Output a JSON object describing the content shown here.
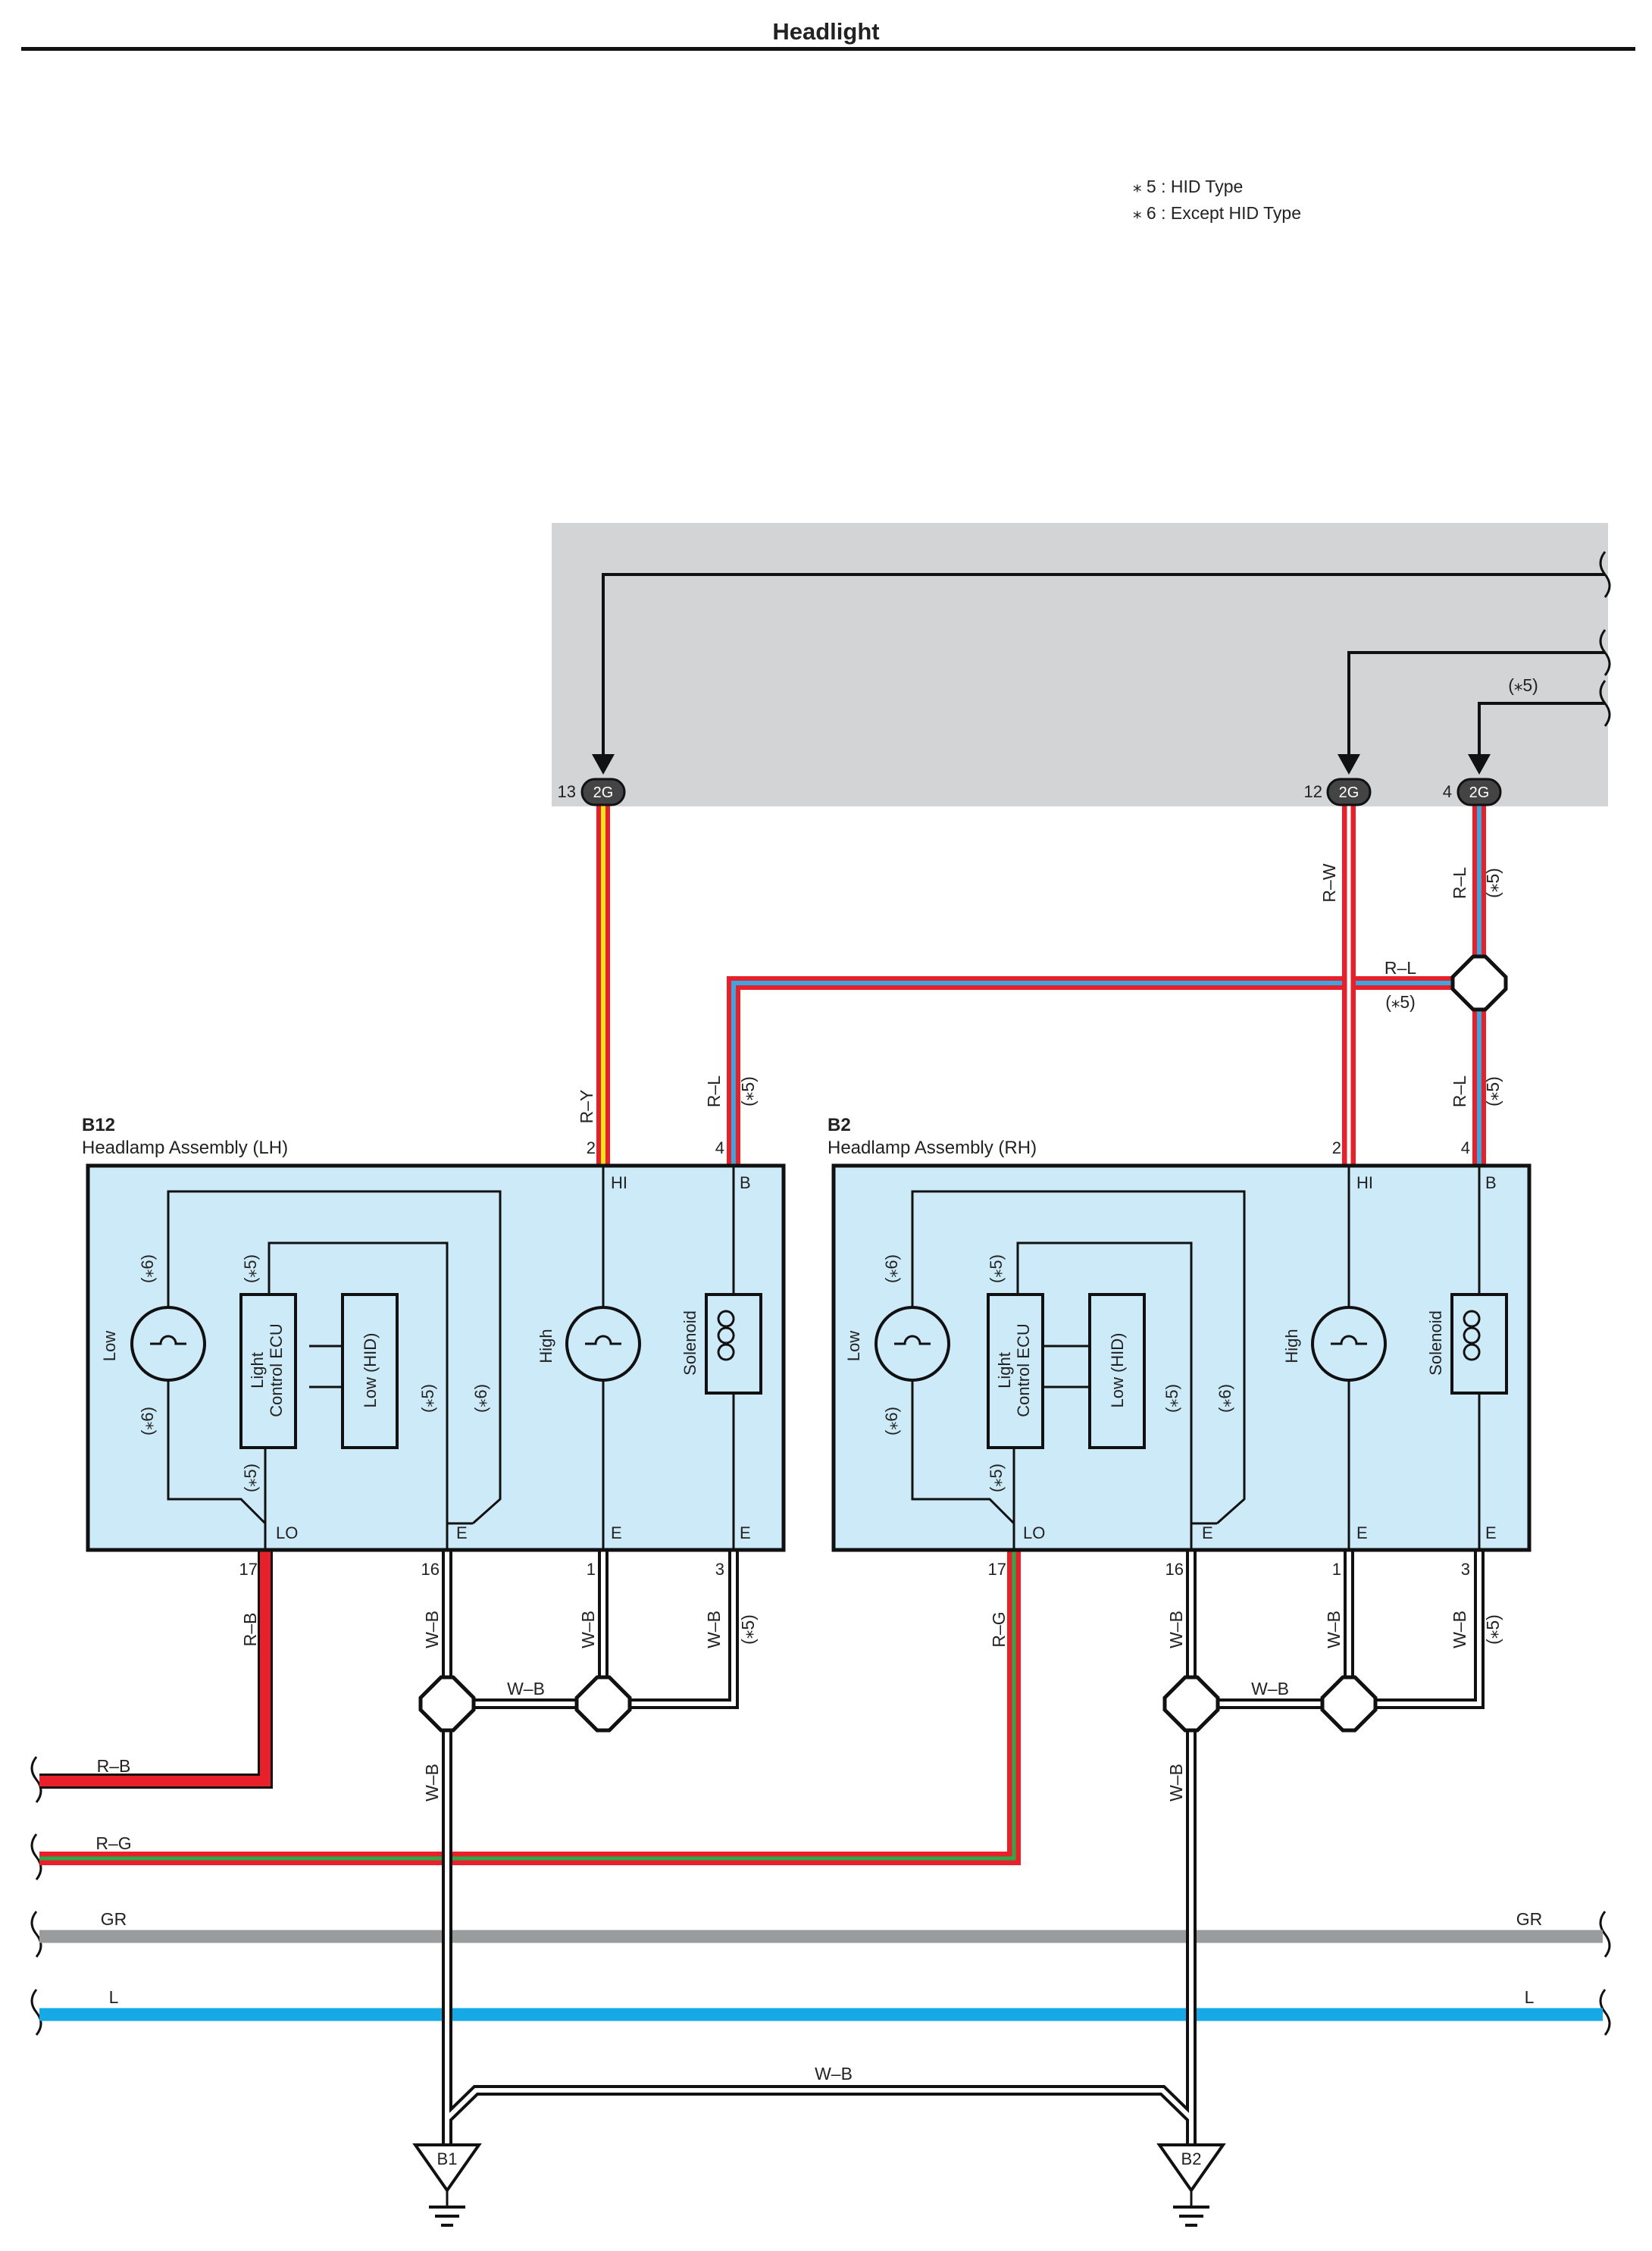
{
  "title": "Headlight",
  "notes": [
    "⁎ 5 : HID Type",
    "⁎ 6 : Except HID Type"
  ],
  "note_hid": "(⁎5)",
  "note_except": "(⁎6)",
  "connector": "2G",
  "components": {
    "lh": {
      "id": "B12",
      "name": "Headlamp Assembly (LH)"
    },
    "rh": {
      "id": "B2",
      "name": "Headlamp Assembly (RH)"
    },
    "low": "Low",
    "high": "High",
    "solenoid": "Solenoid",
    "ecu_line1": "Light",
    "ecu_line2": "Control ECU",
    "low_hid": "Low (HID)"
  },
  "terminals": {
    "hi": "HI",
    "b": "B",
    "lo": "LO",
    "e": "E"
  },
  "pins": {
    "p13": "13",
    "p12": "12",
    "p4": "4",
    "p2": "2",
    "p17": "17",
    "p16": "16",
    "p1": "1",
    "p3": "3"
  },
  "wires": {
    "ry": "R–Y",
    "rw": "R–W",
    "rl": "R–L",
    "rb": "R–B",
    "rg": "R–G",
    "wb": "W–B",
    "gr": "GR",
    "l": "L"
  },
  "grounds": {
    "b1": "B1",
    "b2": "B2"
  },
  "colors": {
    "red": "#e8202a",
    "yellow": "#f3e51a",
    "blue": "#3da6e0",
    "green": "#2ea84a",
    "gray_wire": "#9a9b9d",
    "lblue_wire": "#17a8e6",
    "panel": "#d3d4d6",
    "assembly": "#cdeaf8"
  }
}
